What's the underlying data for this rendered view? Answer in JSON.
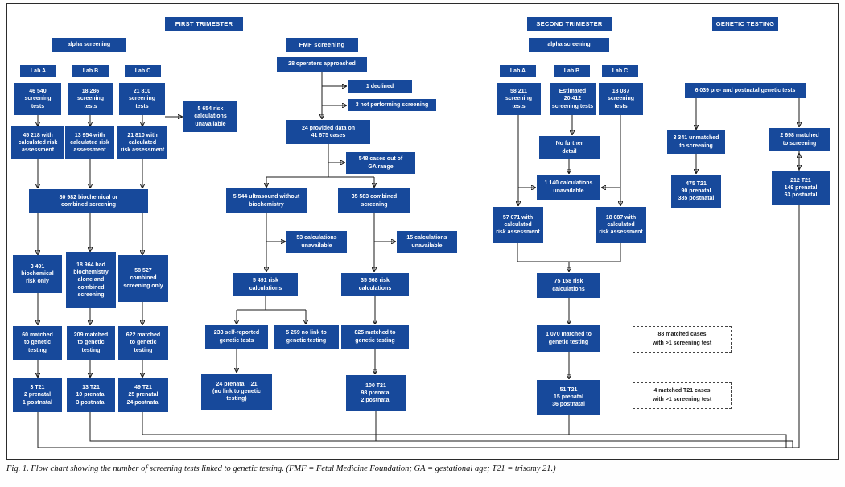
{
  "colors": {
    "box_blue": "#17499B",
    "line": "#1a1a1a",
    "background": "#ffffff"
  },
  "first_trimester": {
    "title": "FIRST TRIMESTER",
    "subtitle": "alpha screening",
    "lab_a": "Lab A",
    "lab_b": "Lab B",
    "lab_c": "Lab C",
    "a_tests": "46 540\nscreening\ntests",
    "b_tests": "18 286\nscreening\ntests",
    "c_tests": "21 810\nscreening\ntests",
    "risk_unavailable": "5 654 risk\ncalculations\nunavailable",
    "a_risk": "45 218 with\ncalculated risk\nassessment",
    "b_risk": "13 954 with\ncalculated risk\nassessment",
    "c_risk": "21 810 with\ncalculated\nrisk assessment",
    "combined": "80 982 biochemical or\ncombined screening",
    "a_type": "3 491\nbiochemical\nrisk only",
    "b_type": "18 964 had\nbiochemistry\nalone and\ncombined\nscreening",
    "c_type": "58 527\ncombined\nscreening only",
    "a_matched": "60 matched\nto genetic\ntesting",
    "b_matched": "209 matched\nto genetic\ntesting",
    "c_matched": "622 matched\nto genetic\ntesting",
    "a_t21": "3 T21\n2 prenatal\n1 postnatal",
    "b_t21": "13 T21\n10 prenatal\n3 postnatal",
    "c_t21": "49 T21\n25 prenatal\n24 postnatal"
  },
  "fmf": {
    "title": "FMF screening",
    "operators": "28 operators approached",
    "declined": "1 declined",
    "not_performing": "3 not performing screening",
    "provided": "24 provided data on\n41 675 cases",
    "out_of_range": "548 cases out of\nGA range",
    "ultrasound": "5 544 ultrasound without\nbiochemistry",
    "combined": "35 583 combined\nscreening",
    "calc_unavailable_left": "53 calculations\nunavailable",
    "calc_unavailable_right": "15 calculations\nunavailable",
    "risk_left": "5 491 risk\ncalculations",
    "risk_right": "35 568 risk\ncalculations",
    "self_reported": "233 self-reported\ngenetic tests",
    "no_link": "5 259 no link to\ngenetic testing",
    "matched": "825 matched to\ngenetic testing",
    "t21_no_link": "24 prenatal T21\n(no link to genetic\ntesting)",
    "t21": "100 T21\n98 prenatal\n2 postnatal"
  },
  "second_trimester": {
    "title": "SECOND TRIMESTER",
    "subtitle": "alpha screening",
    "lab_a": "Lab A",
    "lab_b": "Lab B",
    "lab_c": "Lab C",
    "a_tests": "58 211\nscreening\ntests",
    "b_tests": "Estimated\n20 412\nscreening tests",
    "c_tests": "18 087\nscreening\ntests",
    "no_detail": "No further\ndetail",
    "calc_unavailable": "1 140 calculations\nunavailable",
    "a_risk": "57 071 with\ncalculated\nrisk assessment",
    "c_risk": "18 087 with\ncalculated\nrisk assessment",
    "risk_total": "75 158 risk\ncalculations",
    "matched": "1 070 matched to\ngenetic testing",
    "t21": "51 T21\n15 prenatal\n36 postnatal"
  },
  "genetic": {
    "title": "GENETIC TESTING",
    "total": "6 039 pre- and postnatal genetic tests",
    "unmatched": "3 341 unmatched\nto screening",
    "matched": "2 698 matched\nto screening",
    "unmatched_t21": "475 T21\n90 prenatal\n385 postnatal",
    "matched_t21": "212 T21\n149 prenatal\n63 postnatal"
  },
  "notes": {
    "matched_cases": "88 matched cases\nwith >1 screening test",
    "matched_t21_cases": "4 matched T21 cases\nwith >1 screening test"
  },
  "caption": "Fig. 1. Flow chart showing the number of screening tests linked to genetic testing. (FMF = Fetal Medicine Foundation; GA = gestational age; T21 = trisomy 21.)"
}
